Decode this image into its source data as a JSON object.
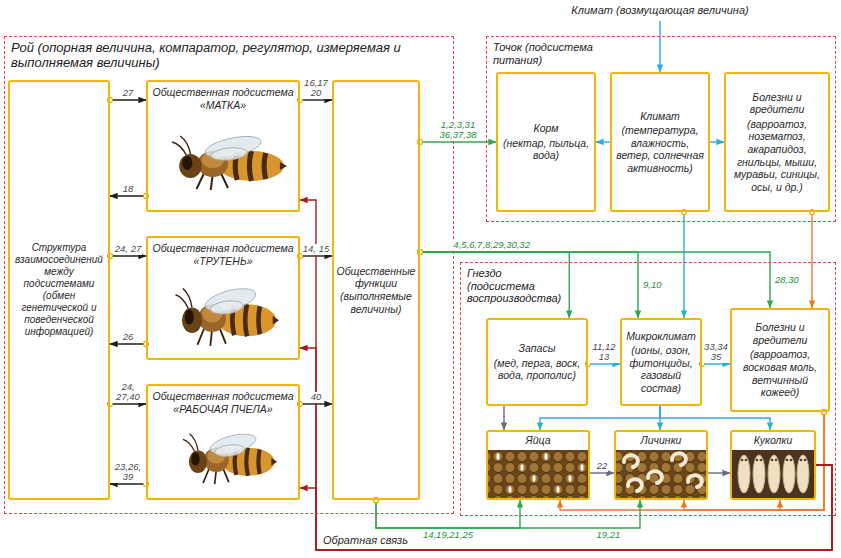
{
  "diagram": {
    "nodes": [
      {
        "text": [
          "Рой (опорная величина, компаратор, регулятор, измеряемая и выполняемая величины)"
        ]
      },
      {
        "text": [
          "Структура взаимосоединений между подсистемами (обмен генетической и поведенческой информацией)"
        ],
        "in": 0
      },
      {
        "text": [
          "Общественная подсистема «МАТКА»"
        ],
        "in": 0
      },
      {
        "text": [
          "Общественная подсистема «ТРУТЕНЬ»"
        ],
        "in": 0
      },
      {
        "text": [
          "Общественная подсистема «РАБОЧАЯ ПЧЕЛА»"
        ],
        "in": 0
      },
      {
        "text": [
          "Общественные функции (выполняемые величины)"
        ],
        "in": 0
      },
      {
        "text": [
          "Точок (подсистема питания)"
        ]
      },
      {
        "text": [
          "Корм",
          "(нектар, пыльца, вода)"
        ],
        "in": 6
      },
      {
        "text": [
          "Климат",
          "(температура, влажность, ветер, солнечная активность)"
        ],
        "in": 6
      },
      {
        "text": [
          "Болезни и вредители",
          "(варроатоз, нозематоз, акарапидоз, гнильцы, мыши, муравьи, синицы, осы, и др.)"
        ],
        "in": 6
      },
      {
        "text": [
          "Гнездо (подсистема воспроизводства)"
        ]
      },
      {
        "text": [
          "Запасы",
          "(мед, перга, воск, вода, прополис)"
        ],
        "in": 10
      },
      {
        "text": [
          "Микроклимат",
          "(ионы, озон, фитонциды, газовый состав)"
        ],
        "in": 10
      },
      {
        "text": [
          "Болезни и вредители",
          "(варроатоз, восковая моль, ветчинный кожеед)"
        ],
        "in": 10
      },
      {
        "text": [
          "Яйца"
        ],
        "in": 10
      },
      {
        "text": [
          "Личинки"
        ],
        "in": 10
      },
      {
        "text": [
          "Куколки"
        ],
        "in": 10
      }
    ],
    "edges": [
      {
        "from": 1,
        "to": 2,
        "arrow": "to",
        "label": "27"
      },
      {
        "from": 2,
        "to": 1,
        "arrow": "to",
        "label": "18"
      },
      {
        "from": 1,
        "to": 3,
        "arrow": "to",
        "label": "24, 27"
      },
      {
        "from": 3,
        "to": 1,
        "arrow": "to",
        "label": "26"
      },
      {
        "from": 1,
        "to": 4,
        "arrow": "to",
        "label": "24, 27,40"
      },
      {
        "from": 4,
        "to": 1,
        "arrow": "to",
        "label": "23,26, 39"
      },
      {
        "from": 2,
        "to": 5,
        "arrow": "to",
        "label": "16,17 20"
      },
      {
        "from": 3,
        "to": 5,
        "arrow": "to",
        "label": "14, 15"
      },
      {
        "from": 4,
        "to": 5,
        "arrow": "to",
        "label": "40"
      },
      {
        "from": 5,
        "to": 7,
        "arrow": "to",
        "label": "1,2,3,31 36,37,38"
      },
      {
        "from": 5,
        "to": 11,
        "arrow": "to",
        "label": "4,5,6,7,8,29,30,32"
      },
      {
        "from": 5,
        "to": 12,
        "arrow": "to",
        "label": "9,10"
      },
      {
        "from": 5,
        "to": 13,
        "arrow": "to",
        "label": "28,30"
      },
      {
        "from": 8,
        "to": 7,
        "arrow": "to"
      },
      {
        "from": 8,
        "to": 9,
        "arrow": "to"
      },
      {
        "from": 8,
        "to": 12,
        "arrow": "to"
      },
      {
        "from": 11,
        "to": 12,
        "arrow": "to",
        "label": "11,12 13"
      },
      {
        "from": 12,
        "to": 13,
        "arrow": "to",
        "label": "33,34 35"
      },
      {
        "from": 9,
        "to": 13,
        "arrow": "to"
      },
      {
        "from": 12,
        "to": 14,
        "arrow": "to"
      },
      {
        "from": 12,
        "to": 15,
        "arrow": "to"
      },
      {
        "from": 12,
        "to": 16,
        "arrow": "to"
      },
      {
        "from": 11,
        "to": 14,
        "arrow": "to"
      },
      {
        "from": 14,
        "to": 15,
        "arrow": "to",
        "label": "22"
      },
      {
        "from": 15,
        "to": 16,
        "arrow": "to"
      },
      {
        "from": 13,
        "to": 14,
        "arrow": "to"
      },
      {
        "from": 13,
        "to": 15,
        "arrow": "to"
      },
      {
        "from": 13,
        "to": 16,
        "arrow": "to"
      },
      {
        "from": 5,
        "to": 14,
        "arrow": "to",
        "label": "14,19,21,25"
      },
      {
        "from": 5,
        "to": 15,
        "arrow": "to",
        "label": "19,21"
      },
      {
        "from": 16,
        "to": 2,
        "arrow": "to"
      },
      {
        "from": 16,
        "to": 3,
        "arrow": "to"
      },
      {
        "from": 16,
        "to": 4,
        "arrow": "to"
      }
    ],
    "labels": [
      "Климат (возмущающая величина)",
      "Обратная связь"
    ]
  }
}
